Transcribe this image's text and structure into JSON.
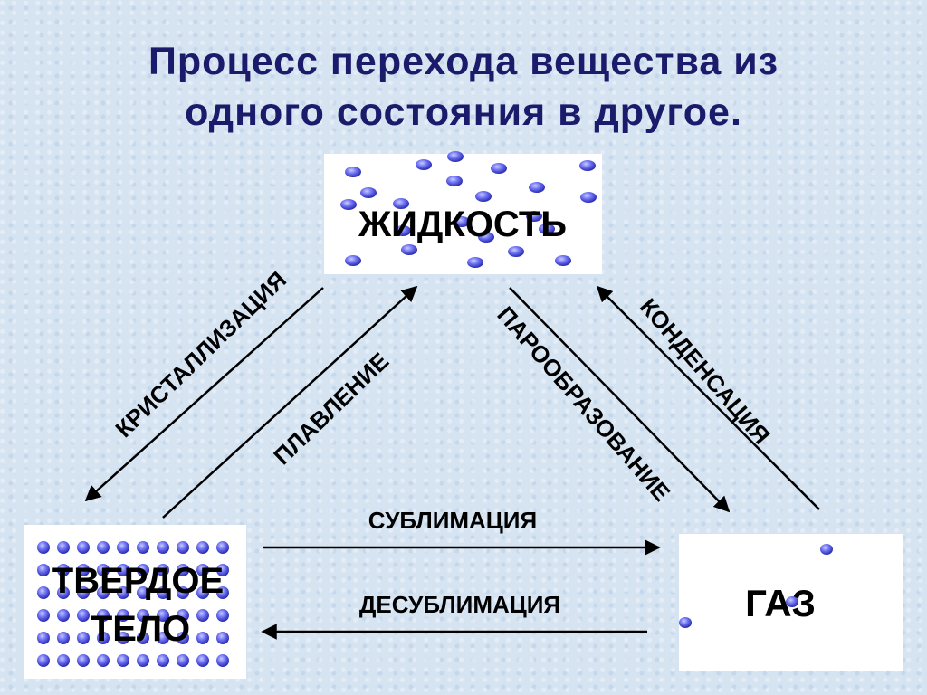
{
  "title": {
    "line1": "Процесс перехода вещества из",
    "line2": "одного состояния в другое."
  },
  "states": {
    "liquid": "ЖИДКОСТЬ",
    "solid_line1": "ТВЕРДОЕ",
    "solid_line2": "ТЕЛО",
    "gas": "ГАЗ"
  },
  "transitions": {
    "crystallization": "КРИСТАЛЛИЗАЦИЯ",
    "melting": "ПЛАВЛЕНИЕ",
    "vaporization": "ПАРООБРАЗОВАНИЕ",
    "condensation": "КОНДЕНСАЦИЯ",
    "sublimation": "СУБЛИМАЦИЯ",
    "desublimation": "ДЕСУБЛИМАЦИЯ"
  },
  "colors": {
    "title": "#1b1b6b",
    "particle": "#5a5ee0"
  }
}
